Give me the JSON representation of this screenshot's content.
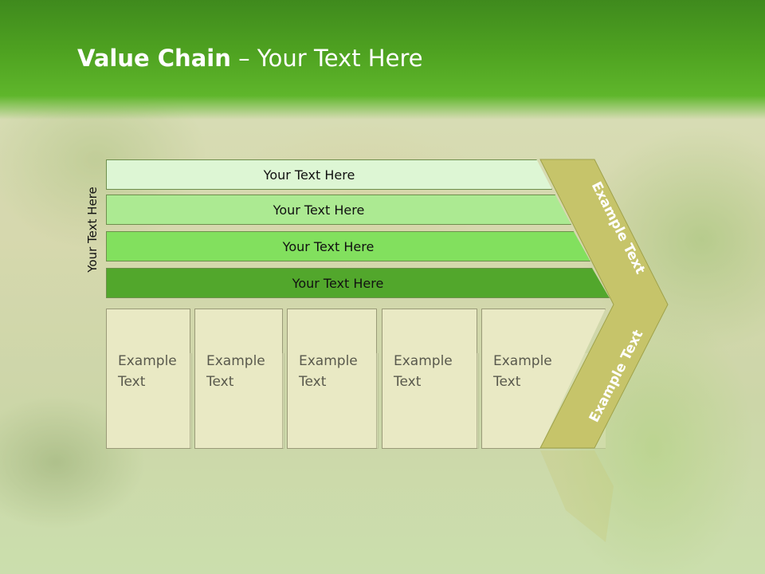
{
  "slide": {
    "title_bold": "Value Chain",
    "title_rest": " – Your Text Here",
    "vertical_label": "Your Text Here"
  },
  "bars": [
    {
      "label": "Your Text Here",
      "color": "#ddf6d4"
    },
    {
      "label": "Your Text Here",
      "color": "#acea92"
    },
    {
      "label": "Your Text Here",
      "color": "#82e05e"
    },
    {
      "label": "Your Text Here",
      "color": "#52a72c"
    }
  ],
  "boxes": [
    {
      "label": "Example Text"
    },
    {
      "label": "Example Text"
    },
    {
      "label": "Example Text"
    },
    {
      "label": "Example Text"
    },
    {
      "label": "Example Text"
    }
  ],
  "chevron": {
    "upper_label": "Example Text",
    "lower_label": "Example Text",
    "color": "#c6c46a"
  },
  "colors": {
    "header_green": "#4fa321",
    "box_fill": "#e9e9c4"
  }
}
